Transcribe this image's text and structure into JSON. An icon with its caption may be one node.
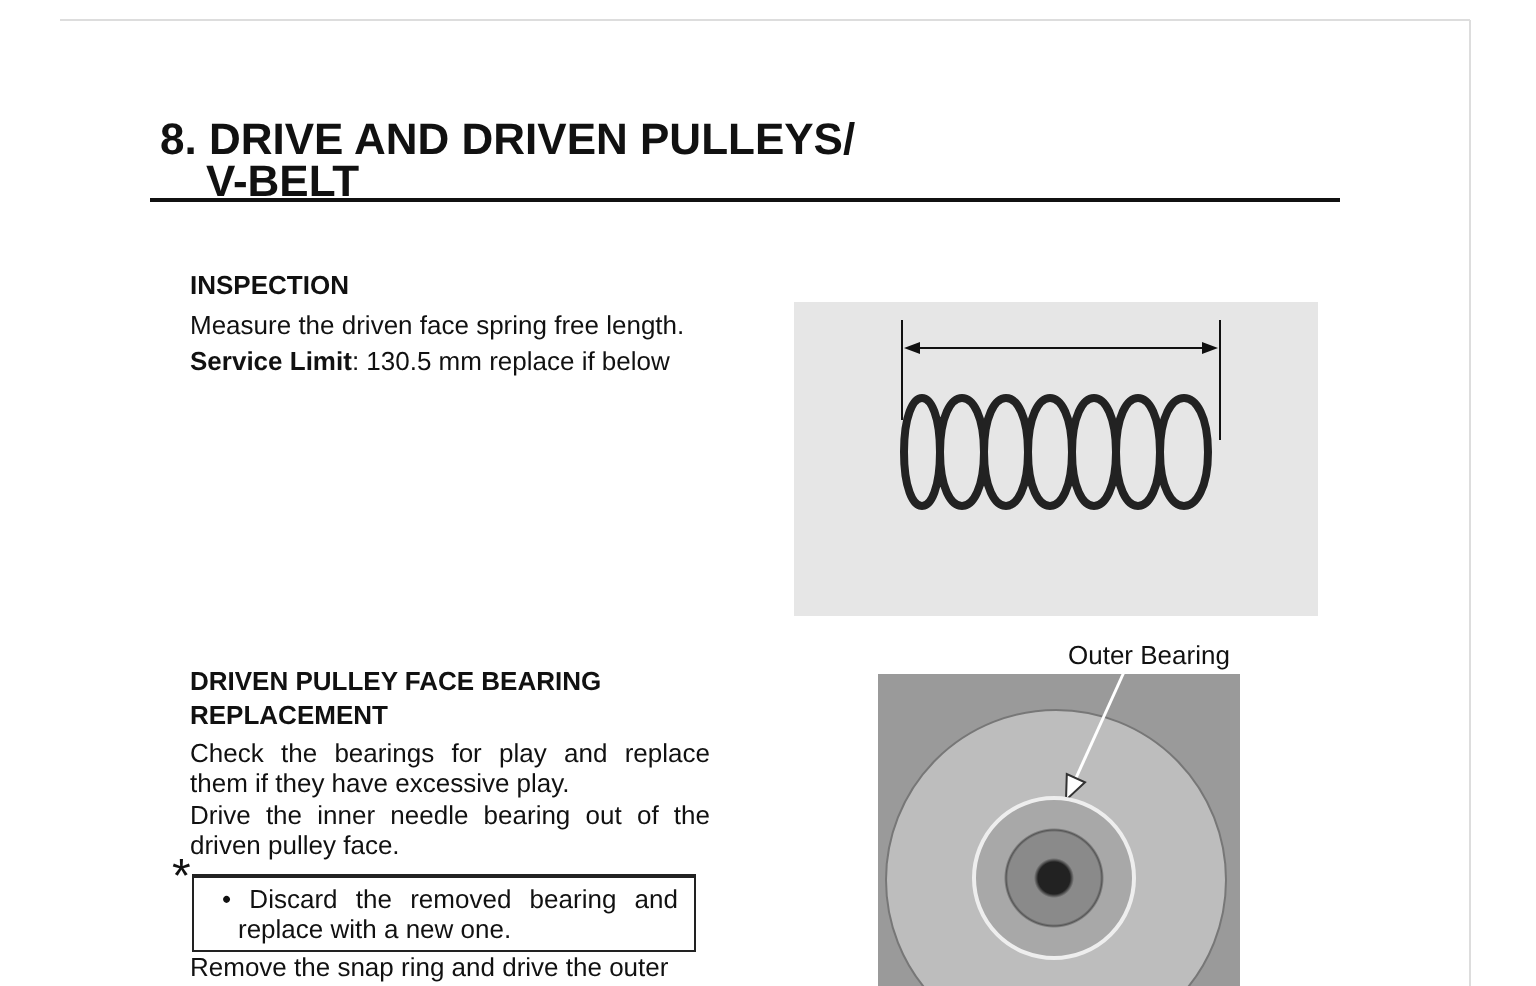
{
  "diagram": {
    "title": "8. DRIVE AND DRIVEN PULLEYS/ V-BELT",
    "nodes": [
      {
        "text": [
          "Outer Bearing"
        ]
      },
      {
        "text": [
          "• Discard the removed bearing and replace with a new one."
        ],
        "beside": [
          "*"
        ]
      },
      {
        "text": [],
        "shape": "circle"
      }
    ],
    "edges": [
      {
        "from": 0,
        "to": 2,
        "arrow": "to"
      }
    ],
    "labels": [
      "INSPECTION",
      "Measure the driven face spring free length.",
      "**Service Limit**: 130.5 mm replace if below",
      "DRIVEN PULLEY FACE BEARING REPLACEMENT",
      "Check the bearings for play and replace them if they have excessive play.",
      "Drive the inner needle bearing out of the driven pulley face.",
      "Remove the snap ring and drive the outer"
    ]
  }
}
